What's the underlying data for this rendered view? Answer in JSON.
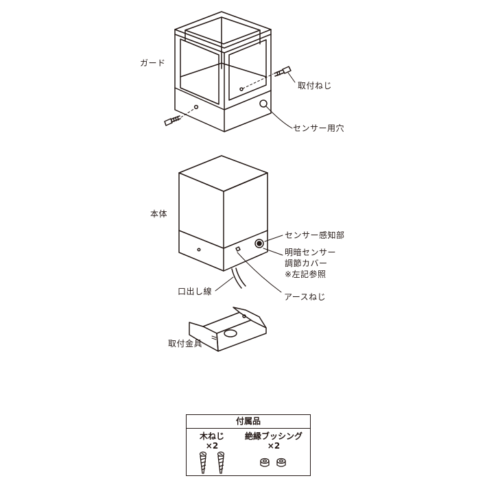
{
  "labels": {
    "guard": "ガード",
    "mounting_screw": "取付ねじ",
    "sensor_hole": "センサー用穴",
    "body": "本体",
    "sensor_part": "センサー感知部",
    "light_sensor_line1": "明暗センサー",
    "light_sensor_line2": "調節カバー",
    "light_sensor_line3": "※左記参照",
    "lead_wire": "口出し線",
    "earth_screw": "アースねじ",
    "bracket": "取付金具"
  },
  "accessories": {
    "title": "付属品",
    "items": [
      {
        "name": "木ねじ",
        "qty": "×2"
      },
      {
        "name": "絶縁ブッシング",
        "qty": "×2"
      }
    ]
  }
}
